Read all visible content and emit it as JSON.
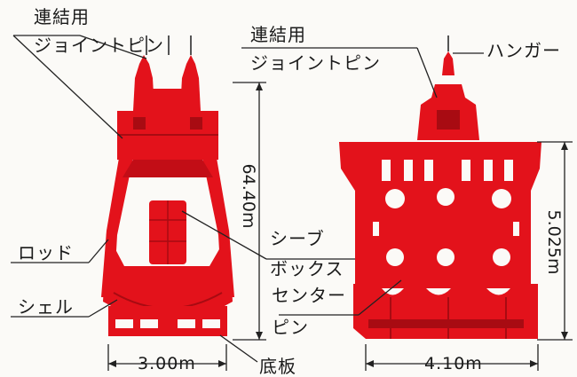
{
  "labels": {
    "left_pin_line1": "連結用",
    "left_pin_line2": "ジョイントピン",
    "right_pin_line1": "連結用",
    "right_pin_line2": "ジョイントピン",
    "hanger": "ハンガー",
    "rod": "ロッド",
    "shell": "シェル",
    "sheave_line1": "シーブ",
    "sheave_line2": "ボックス",
    "center_line1": "センター",
    "center_line2": "ピン",
    "bottom_plate": "底板"
  },
  "dimensions": {
    "left_height": "64.40m",
    "left_width": "3.00m",
    "right_height": "5.025m",
    "right_width": "4.10m"
  },
  "colors": {
    "body": "#e3121b",
    "dark": "#a80b12",
    "line": "#222222"
  }
}
